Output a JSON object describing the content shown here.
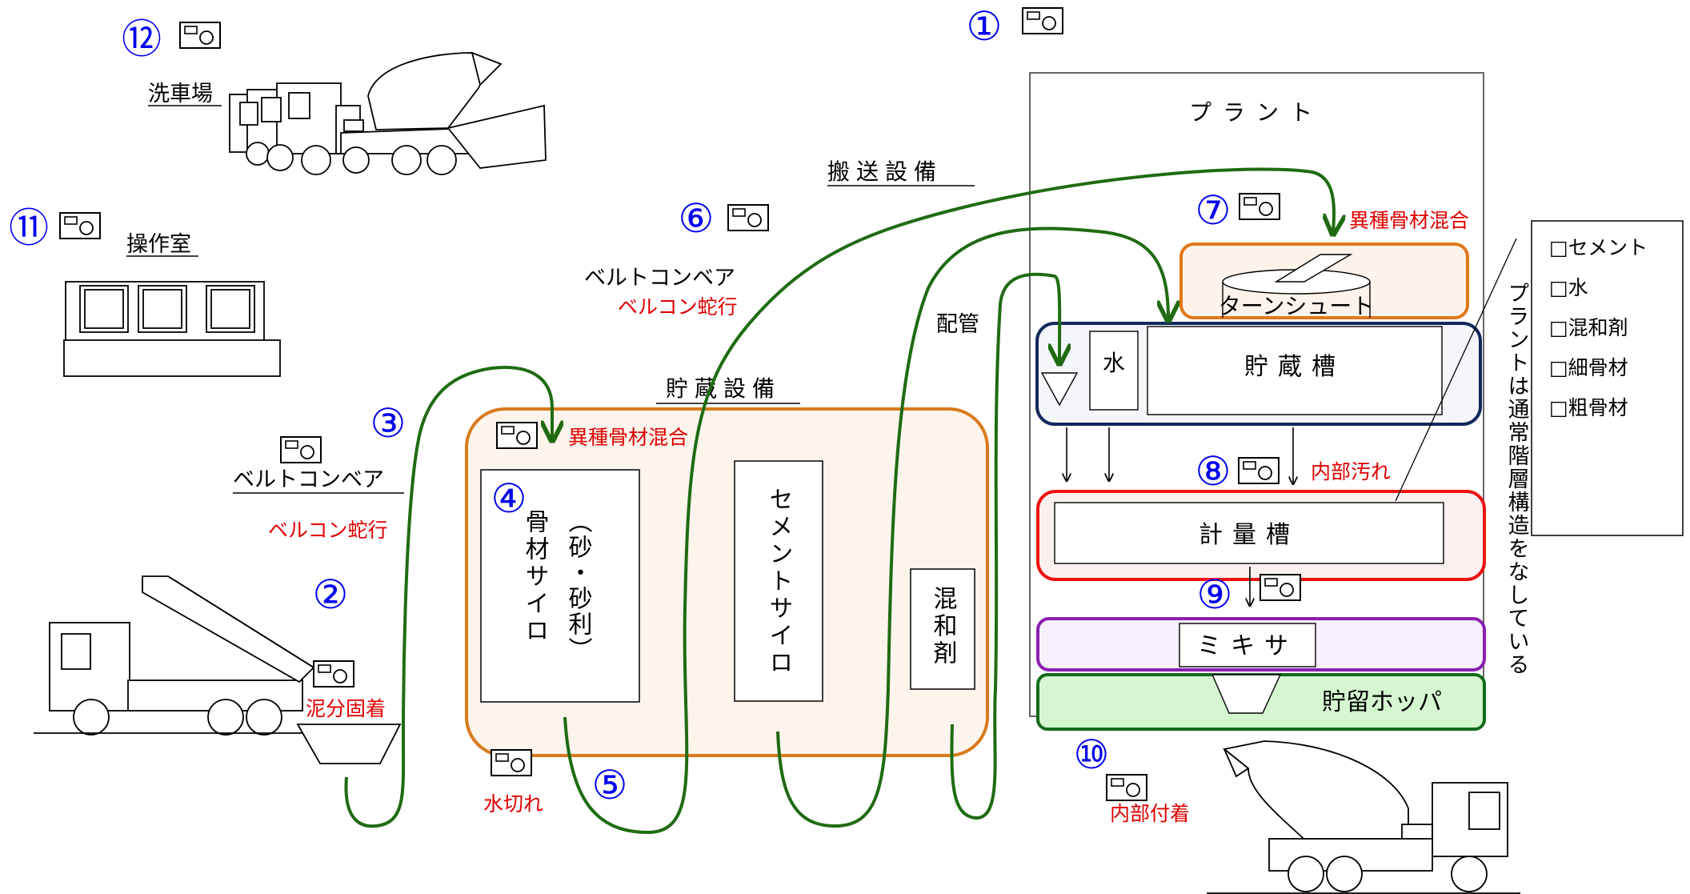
{
  "colors": {
    "flow_green": "#1f6b12",
    "red_text": "#e00000",
    "blue_number": "#0000ee",
    "storage_orange": "#d97a1c",
    "storage_fill": "#fdf4ec",
    "tank_navy": "#13285a",
    "tank_fill": "#f4f6fa",
    "measure_red": "#ee1111",
    "measure_fill": "#fbf0f0",
    "mixer_purple": "#8a1fb0",
    "mixer_fill": "#f7f0fa",
    "hopper_green": "#126b1a",
    "hopper_fill": "#d4f7cf",
    "turn_orange": "#e07818",
    "turn_fill": "#fdf3ea"
  },
  "numbers": {
    "n1": "①",
    "n2": "②",
    "n3": "③",
    "n4": "④",
    "n5": "⑤",
    "n6": "⑥",
    "n7": "⑦",
    "n8": "⑧",
    "n9": "⑨",
    "n10": "⑩",
    "n11": "⑪",
    "n12": "⑫"
  },
  "labels": {
    "wash_area": "洗車場",
    "operation_room": "操作室",
    "transport_equipment": "搬送設備",
    "belt_conveyor": "ベルトコンベア",
    "belcon_meander": "ベルコン蛇行",
    "storage_equipment": "貯蔵設備",
    "piping": "配管",
    "plant": "プラント",
    "mixed_aggregate": "異種骨材混合",
    "mud_adhesion": "泥分固着",
    "water_drain": "水切れ",
    "internal_dirt": "内部汚れ",
    "internal_adhesion": "内部付着",
    "aggregate_silo_main": "骨材サイロ",
    "aggregate_silo_sub": "（砂・砂利）",
    "cement_silo": "セメントサイロ",
    "admixture": "混和剤",
    "turn_chute": "ターンシュート",
    "water": "水",
    "storage_tank": "貯蔵槽",
    "measuring_tank": "計量槽",
    "mixer": "ミキサ",
    "storage_hopper": "貯留ホッパ",
    "plant_note": "プラントは通常階層構造をなしている"
  },
  "checklist": [
    "□セメント",
    "□水",
    "□混和剤",
    "□細骨材",
    "□粗骨材"
  ],
  "icons": {
    "camera": "camera-icon",
    "truck": "truck-icon",
    "dump_truck": "dump-truck-icon",
    "mixer_truck": "mixer-truck-icon"
  }
}
